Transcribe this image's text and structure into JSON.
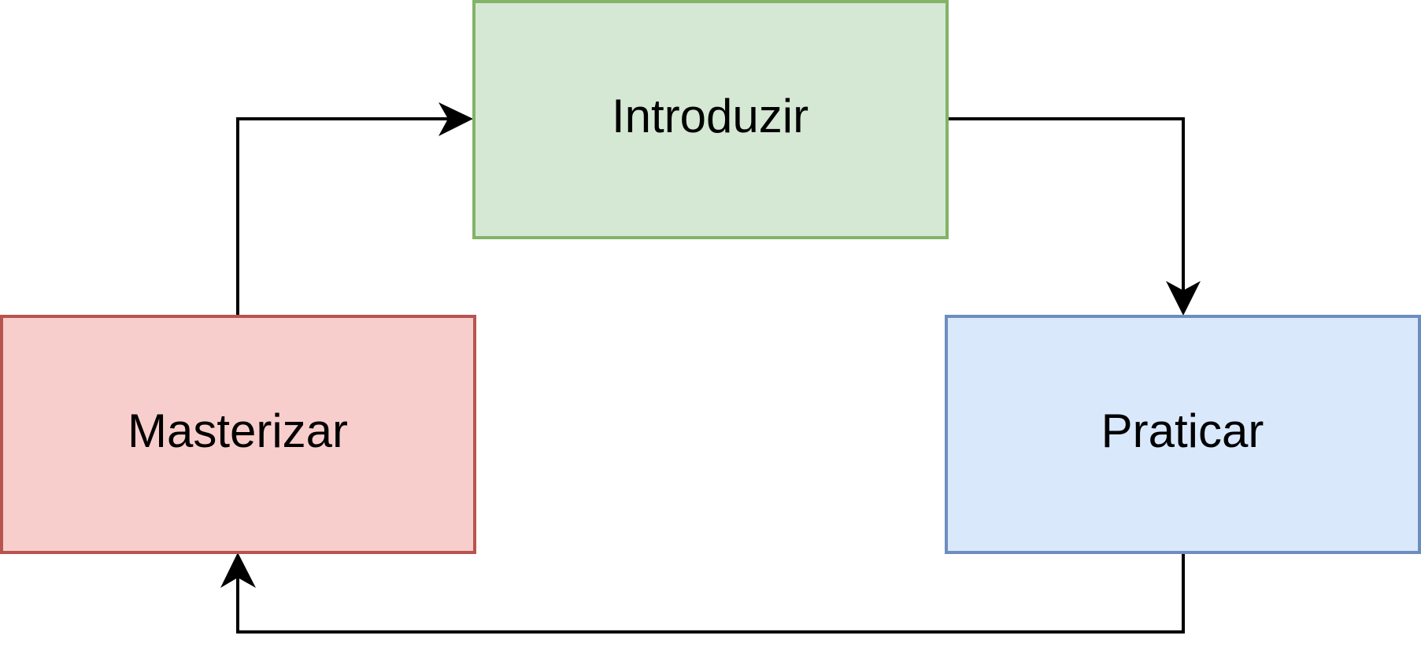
{
  "diagram": {
    "nodes": {
      "introduzir": {
        "label": "Introduzir",
        "fill": "#d5e8d4",
        "stroke": "#82b366"
      },
      "praticar": {
        "label": "Praticar",
        "fill": "#dae8fc",
        "stroke": "#6c8ebf"
      },
      "masterizar": {
        "label": "Masterizar",
        "fill": "#f8cecc",
        "stroke": "#b85450"
      }
    },
    "edges": [
      {
        "from": "introduzir",
        "to": "praticar"
      },
      {
        "from": "praticar",
        "to": "masterizar"
      },
      {
        "from": "masterizar",
        "to": "introduzir"
      }
    ],
    "edge_color": "#000000"
  }
}
